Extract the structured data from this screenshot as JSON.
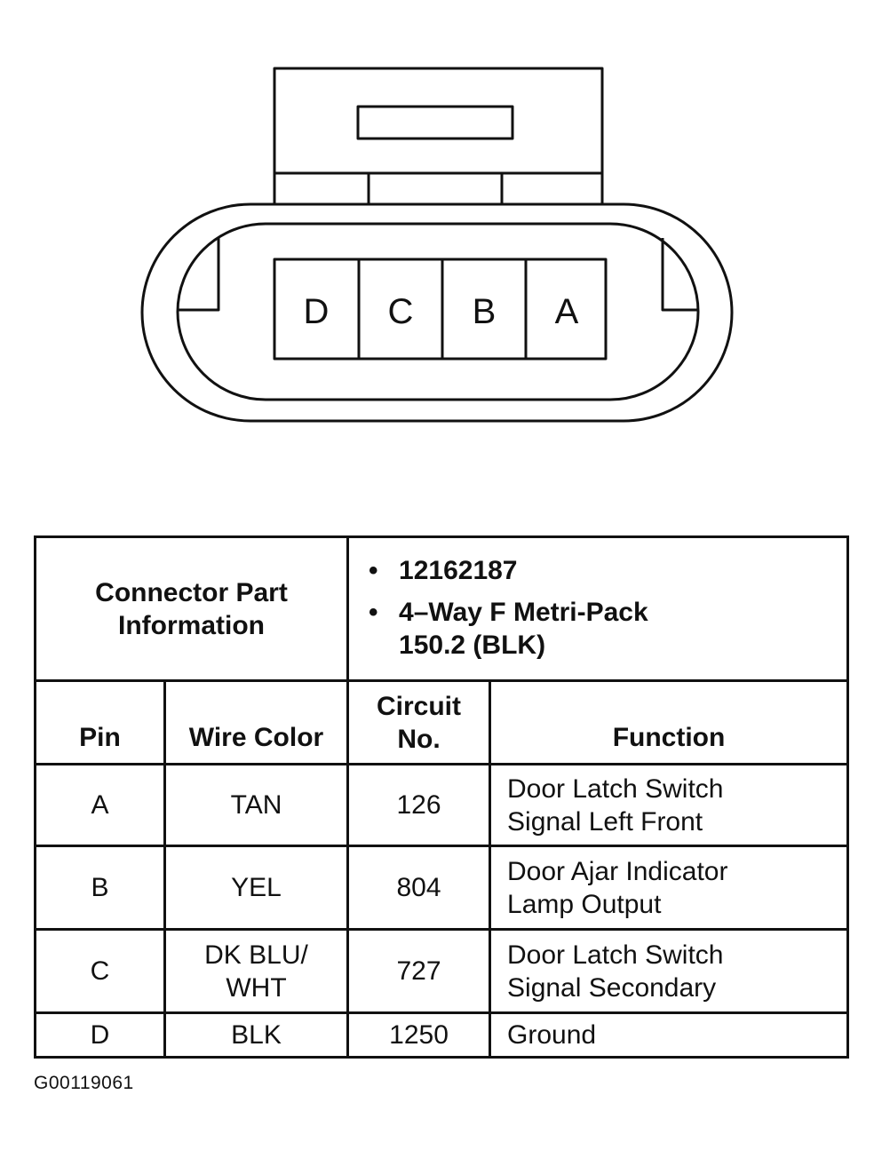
{
  "connector": {
    "pins": [
      "D",
      "C",
      "B",
      "A"
    ]
  },
  "table": {
    "part_info_label": "Connector Part Information",
    "part_info_items": [
      "12162187",
      "4–Way F Metri-Pack 150.2 (BLK)"
    ],
    "headers": {
      "pin": "Pin",
      "wire_color": "Wire Color",
      "circuit_no": "Circuit No.",
      "function": "Function"
    },
    "rows": [
      {
        "pin": "A",
        "wire_color": "TAN",
        "circuit_no": "126",
        "function": "Door Latch Switch Signal Left Front"
      },
      {
        "pin": "B",
        "wire_color": "YEL",
        "circuit_no": "804",
        "function": "Door Ajar Indicator Lamp Output"
      },
      {
        "pin": "C",
        "wire_color": "DK BLU/ WHT",
        "circuit_no": "727",
        "function": "Door Latch Switch Signal Secondary"
      },
      {
        "pin": "D",
        "wire_color": "BLK",
        "circuit_no": "1250",
        "function": "Ground"
      }
    ]
  },
  "figure_id": "G00119061"
}
